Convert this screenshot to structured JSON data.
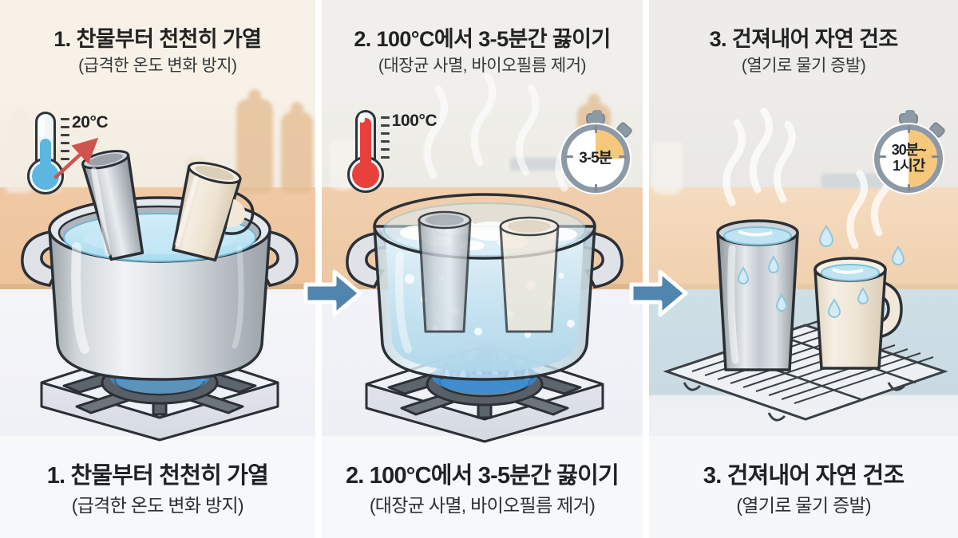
{
  "panels": [
    {
      "id": "step-1",
      "heading": {
        "title": "1. 찬물부터 천천히 가열",
        "sub": "(급격한 온도 변화 방지)"
      },
      "caption": {
        "title": "1. 찬물부터 천천히 가열",
        "sub": "(급격한 온도 변화 방지)"
      },
      "badges": {
        "thermometer": {
          "value": "20°C",
          "state": "cold",
          "color": "#5db6e0",
          "arrow": "rising-arrow",
          "arrow_color": "#d0534e"
        },
        "timer": null
      },
      "scene": {
        "name": "pot-on-stove-cold-water",
        "pot": "steel-pot",
        "water": "still-cold-water",
        "water_color": "#bfe4f2",
        "flame": "low-orange-flame",
        "flame_colors": [
          "#f5a43c",
          "#f2762a",
          "#4a9fe0"
        ],
        "items": [
          "gray-tumbler",
          "cream-mug"
        ]
      }
    },
    {
      "id": "step-2",
      "heading": {
        "title": "2. 100°C에서 3-5분간 끓이기",
        "sub": "(대장균 사멸, 바이오필름 제거)"
      },
      "caption": {
        "title": "2. 100°C에서 3-5분간 끓이기",
        "sub": "(대장균 사멸, 바이오필름 제거)"
      },
      "badges": {
        "thermometer": {
          "value": "100°C",
          "state": "hot",
          "color": "#e8413c",
          "arrow": null,
          "arrow_color": null
        },
        "timer": {
          "value": "3-5분",
          "lines": [
            "3-5분"
          ],
          "dial_color": "#f7c87c"
        }
      },
      "scene": {
        "name": "pot-on-stove-boiling-water",
        "pot": "glass-pot",
        "water": "rolling-boil-water",
        "water_color": "#cfe9f5",
        "flame": "high-blue-flame",
        "flame_colors": [
          "#2f8fe0",
          "#1f6fc4",
          "#9fd6f5"
        ],
        "items": [
          "gray-tumbler",
          "cream-mug"
        ],
        "effects": [
          "steam-wisps",
          "bubbles"
        ]
      }
    },
    {
      "id": "step-3",
      "heading": {
        "title": "3. 건져내어 자연 건조",
        "sub": "(열기로 물기 증발)"
      },
      "caption": {
        "title": "3. 건져내어 자연 건조",
        "sub": "(열기로 물기 증발)"
      },
      "badges": {
        "thermometer": null,
        "timer": {
          "value": "30분~1시간",
          "lines": [
            "30분~",
            "1시간"
          ],
          "dial_color": "#f7c87c"
        }
      },
      "scene": {
        "name": "cups-on-drying-rack",
        "rack": "wire-drying-rack",
        "items": [
          "gray-tumbler",
          "cream-mug"
        ],
        "effects": [
          "steam-wisps",
          "water-droplets"
        ],
        "droplet_color": "#a8d5ea"
      }
    }
  ],
  "arrows": [
    {
      "name": "step-arrow-1-to-2",
      "direction": "right",
      "color": "#4f85ae"
    },
    {
      "name": "step-arrow-2-to-3",
      "direction": "right",
      "color": "#4f85ae"
    }
  ],
  "palette": {
    "heading_text": "#232323",
    "sub_text": "#33383c",
    "caption_text": "#1f2124",
    "arrow": "#4f85ae",
    "counter": "#edc49b",
    "cabinet_blue": "#c9dae3",
    "steel": "#b9c0c6",
    "cream_mug": "#efe6d4"
  }
}
